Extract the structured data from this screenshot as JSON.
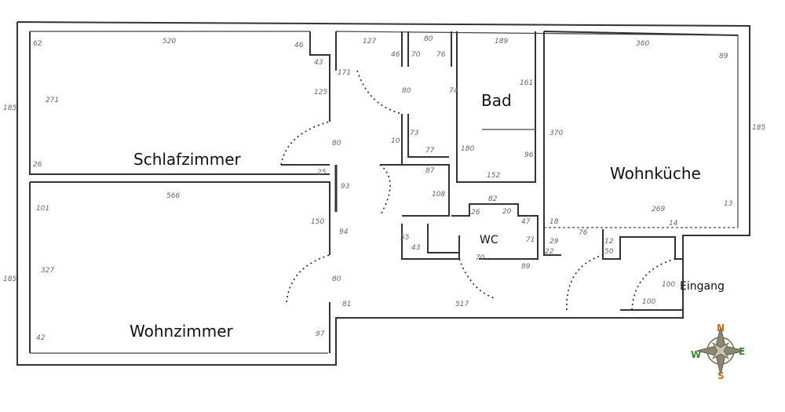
{
  "rooms": {
    "schlafzimmer": "Schlafzimmer",
    "wohnzimmer": "Wohnzimmer",
    "bad": "Bad",
    "wc": "WC",
    "wohnkueche": "Wohnküche",
    "eingang": "Eingang"
  },
  "measurements": {
    "m_62": "62",
    "m_520": "520",
    "m_46a": "46",
    "m_43": "43",
    "m_271": "271",
    "m_26a": "26",
    "m_125": "125",
    "m_80a": "80",
    "m_25": "25",
    "m_93": "93",
    "m_566": "566",
    "m_101": "101",
    "m_150": "150",
    "m_94": "94",
    "m_327": "327",
    "m_80b": "80",
    "m_81": "81",
    "m_42": "42",
    "m_97": "97",
    "m_127": "127",
    "m_46b": "46",
    "m_80c": "80",
    "m_70": "70",
    "m_76a": "76",
    "m_171": "171",
    "m_80d": "80",
    "m_74": "74",
    "m_73": "73",
    "m_10": "10",
    "m_77": "77",
    "m_87": "87",
    "m_108": "108",
    "m_55": "55",
    "m_43b": "43",
    "m_189": "189",
    "m_161": "161",
    "m_180": "180",
    "m_96": "96",
    "m_152": "152",
    "m_82": "82",
    "m_26b": "26",
    "m_20": "20",
    "m_47": "47",
    "m_71": "71",
    "m_70b": "70",
    "m_89": "89",
    "m_517": "517",
    "m_360": "360",
    "m_89b": "89",
    "m_370": "370",
    "m_269": "269",
    "m_14": "14",
    "m_13": "13",
    "m_18": "18",
    "m_76b": "76",
    "m_29": "29",
    "m_22": "22",
    "m_12": "12",
    "m_50": "50",
    "m_100a": "100",
    "m_100b": "100",
    "m_185a": "185",
    "m_185b": "185",
    "m_185c": "185"
  },
  "compass": {
    "n": "N",
    "s": "S",
    "e": "E",
    "w": "W",
    "color_ns": "#d2691e",
    "color_ew": "#3a8a2a"
  }
}
